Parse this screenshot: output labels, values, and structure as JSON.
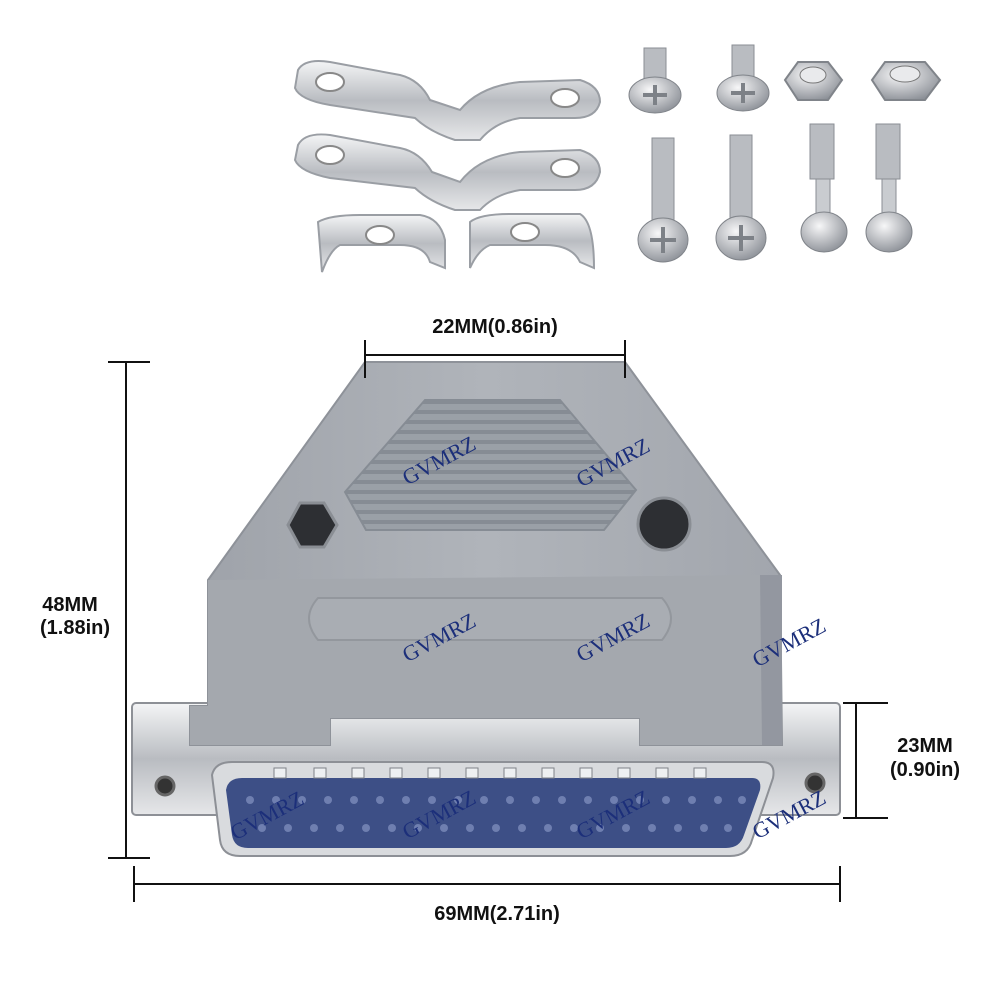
{
  "dimensions": {
    "top_width": "22MM(0.86in)",
    "height_mm": "48MM",
    "height_in": "(1.88in)",
    "connector_height_mm": "23MM",
    "connector_height_in": "(0.90in)",
    "total_width": "69MM(2.71in)"
  },
  "watermark": "GVMRZ",
  "colors": {
    "hood": "#a7abb1",
    "metal": "#c9ccd0",
    "insulator": "#3d4f86",
    "line": "#111111"
  }
}
